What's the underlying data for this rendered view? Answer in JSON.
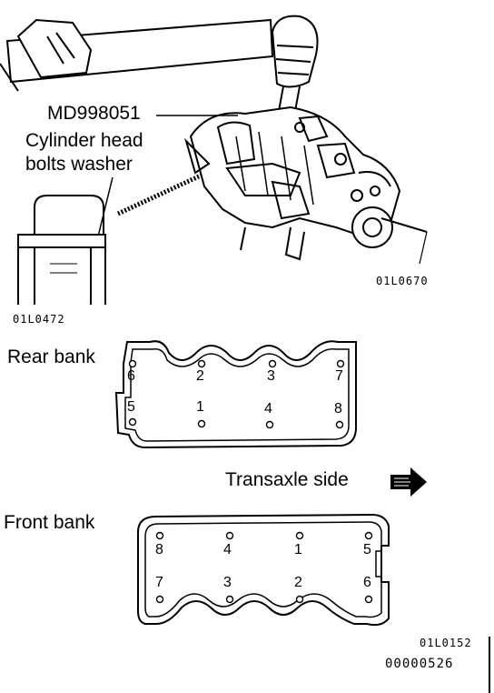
{
  "labels": {
    "tool": "MD998051",
    "washer_line1": "Cylinder  head",
    "washer_line2": "bolts washer",
    "rear_bank": "Rear bank",
    "front_bank": "Front bank",
    "transaxle_side": "Transaxle side",
    "code_engine": "01L0670",
    "code_washer": "01L0472",
    "code_banks": "01L0152",
    "doc_number": "00000526"
  },
  "rear_bank": {
    "top_row": [
      "6",
      "2",
      "3",
      "7"
    ],
    "bottom_row": [
      "5",
      "1",
      "4",
      "8"
    ]
  },
  "front_bank": {
    "top_row": [
      "8",
      "4",
      "1",
      "5"
    ],
    "bottom_row": [
      "7",
      "3",
      "2",
      "6"
    ]
  }
}
